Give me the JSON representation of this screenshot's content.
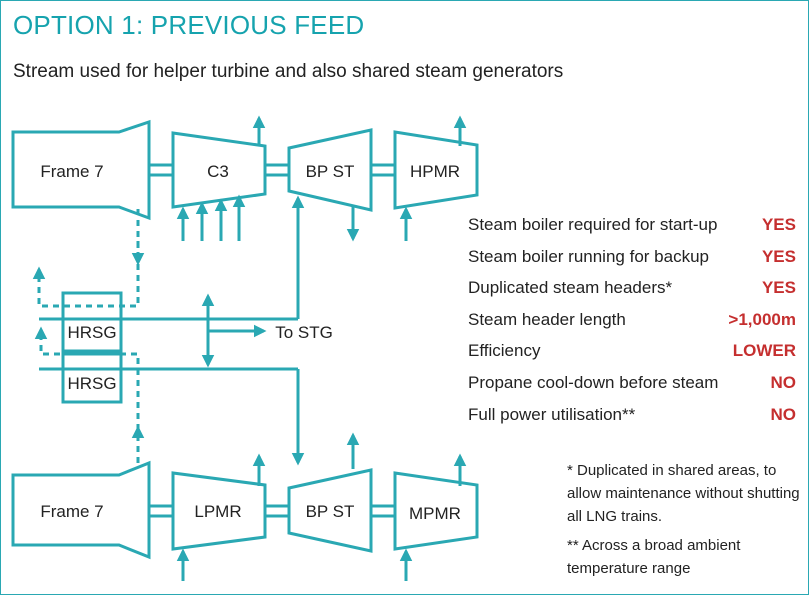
{
  "title": "OPTION 1: PREVIOUS FEED",
  "subtitle": "Stream used for helper turbine and also shared steam generators",
  "diagram": {
    "top_train": {
      "driver": "Frame 7",
      "compressor_1": "C3",
      "steam_turbine": "BP ST",
      "compressor_2": "HPMR"
    },
    "bottom_train": {
      "driver": "Frame 7",
      "compressor_1": "LPMR",
      "steam_turbine": "BP ST",
      "compressor_2": "MPMR"
    },
    "hrsg_upper": "HRSG",
    "hrsg_lower": "HRSG",
    "to_stg": "To STG"
  },
  "criteria": [
    {
      "label": "Steam boiler required for start-up",
      "value": "YES"
    },
    {
      "label": "Steam boiler running for backup",
      "value": "YES"
    },
    {
      "label": "Duplicated steam headers*",
      "value": "YES"
    },
    {
      "label": "Steam header length",
      "value": ">1,000m"
    },
    {
      "label": "Efficiency",
      "value": "LOWER"
    },
    {
      "label": "Propane cool-down before steam",
      "value": "NO"
    },
    {
      "label": "Full power utilisation**",
      "value": "NO"
    }
  ],
  "notes": [
    "* Duplicated in shared areas, to allow maintenance without shutting all LNG trains.",
    "** Across a broad ambient temperature range"
  ],
  "colors": {
    "teal": "#2aa8b3",
    "title": "#16a3ae",
    "value_red": "#c52f2f",
    "text": "#222222"
  }
}
